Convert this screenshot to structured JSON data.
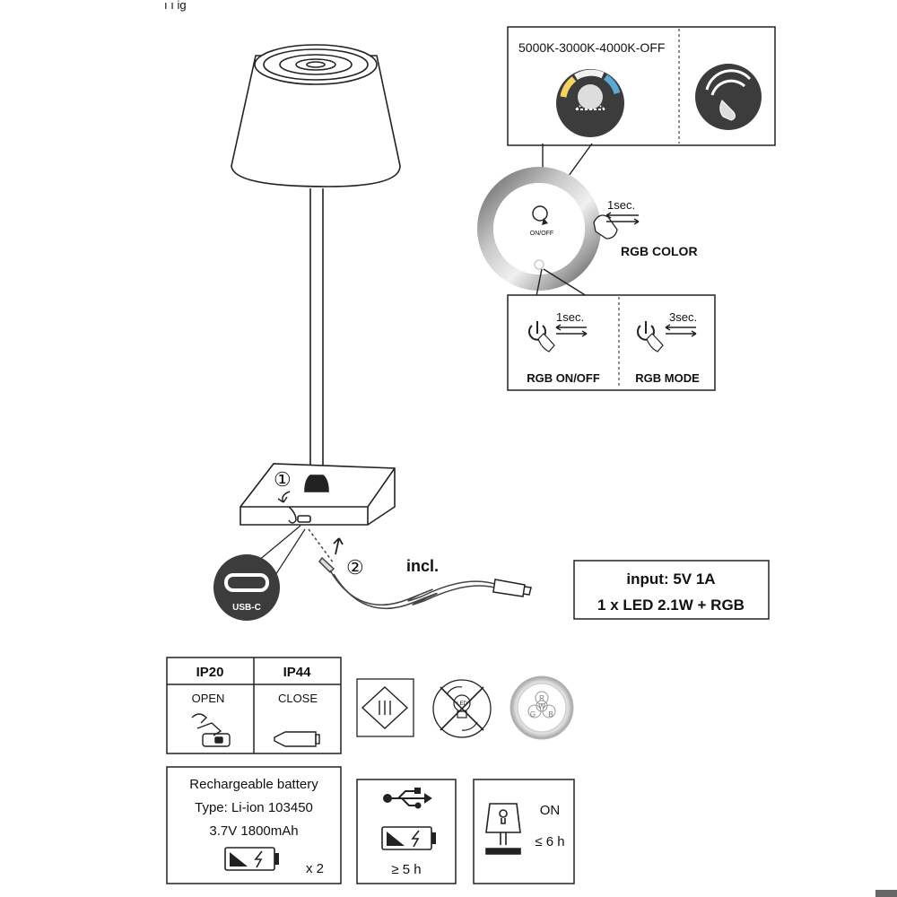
{
  "top_fragment": "ı ı ig",
  "color_panel": {
    "cct_sequence": "5000K-3000K-4000K-OFF"
  },
  "ring": {
    "onoff_label": "ON/OFF",
    "hold_time": "1sec.",
    "rgb_color_label": "RGB COLOR"
  },
  "rgb_panel": [
    {
      "time": "1sec.",
      "label": "RGB ON/OFF"
    },
    {
      "time": "3sec.",
      "label": "RGB MODE"
    }
  ],
  "base": {
    "step1": "①",
    "step2": "②"
  },
  "usb_badge": "USB-C",
  "cable_label": "incl.",
  "specs": {
    "input": "input: 5V 1A",
    "led": "1 x LED 2.1W + RGB"
  },
  "ip_table": [
    {
      "rating": "IP20",
      "state": "OPEN"
    },
    {
      "rating": "IP44",
      "state": "CLOSE"
    }
  ],
  "rgbw_letters": [
    "R",
    "G",
    "W",
    "B"
  ],
  "led_icon_text": "LED",
  "battery": {
    "title": "Rechargeable battery",
    "type": "Type: Li-ion 103450",
    "capacity": "3.7V 1800mAh",
    "count": "x 2"
  },
  "charge_time": "≥ 5 h",
  "runtime": {
    "state": "ON",
    "time": "≤ 6 h"
  }
}
